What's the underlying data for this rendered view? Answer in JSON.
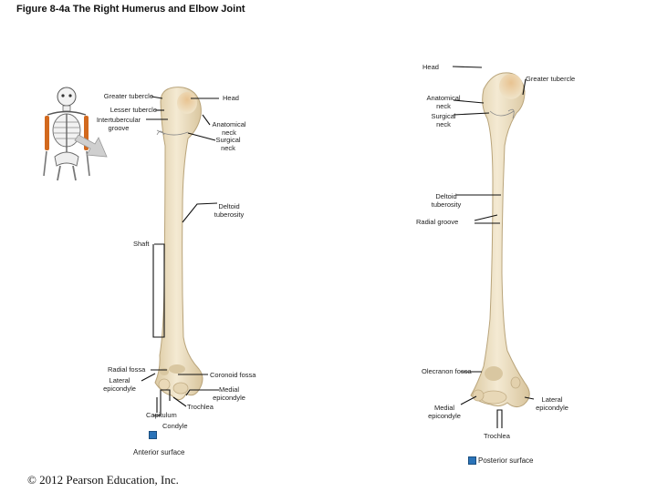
{
  "figure": {
    "title": "Figure 8-4a  The Right Humerus and Elbow Joint",
    "copyright": "© 2012 Pearson Education, Inc."
  },
  "anterior": {
    "view_label": "Anterior surface",
    "labels": {
      "greater_tubercle": "Greater tubercle",
      "lesser_tubercle": "Lesser tubercle",
      "intertubercular_groove": "Intertubercular\ngroove",
      "head": "Head",
      "anatomical_neck": "Anatomical\nneck",
      "surgical_neck": "Surgical\nneck",
      "deltoid_tuberosity": "Deltoid\ntuberosity",
      "shaft": "Shaft",
      "radial_fossa": "Radial fossa",
      "lateral_epicondyle": "Lateral\nepicondyle",
      "coronoid_fossa": "Coronoid fossa",
      "medial_epicondyle": "Medial\nepicondyle",
      "capitulum": "Capitulum",
      "trochlea": "Trochlea",
      "condyle": "Condyle"
    }
  },
  "posterior": {
    "view_label": "Posterior surface",
    "labels": {
      "head": "Head",
      "greater_tubercle": "Greater tubercle",
      "anatomical_neck": "Anatomical\nneck",
      "surgical_neck": "Surgical\nneck",
      "deltoid_tuberosity": "Deltoid\ntuberosity",
      "radial_groove": "Radial groove",
      "olecranon_fossa": "Olecranon fossa",
      "lateral_epicondyle": "Lateral\nepicondyle",
      "medial_epicondyle": "Medial\nepicondyle",
      "trochlea": "Trochlea"
    }
  },
  "colors": {
    "bone_fill": "#efe2c6",
    "bone_shade": "#d9c7a1",
    "bone_outline": "#b9a47a",
    "head_tint": "#e0b57c",
    "arm_highlight": "#d2691e",
    "icon_blue": "#2a73b8"
  }
}
